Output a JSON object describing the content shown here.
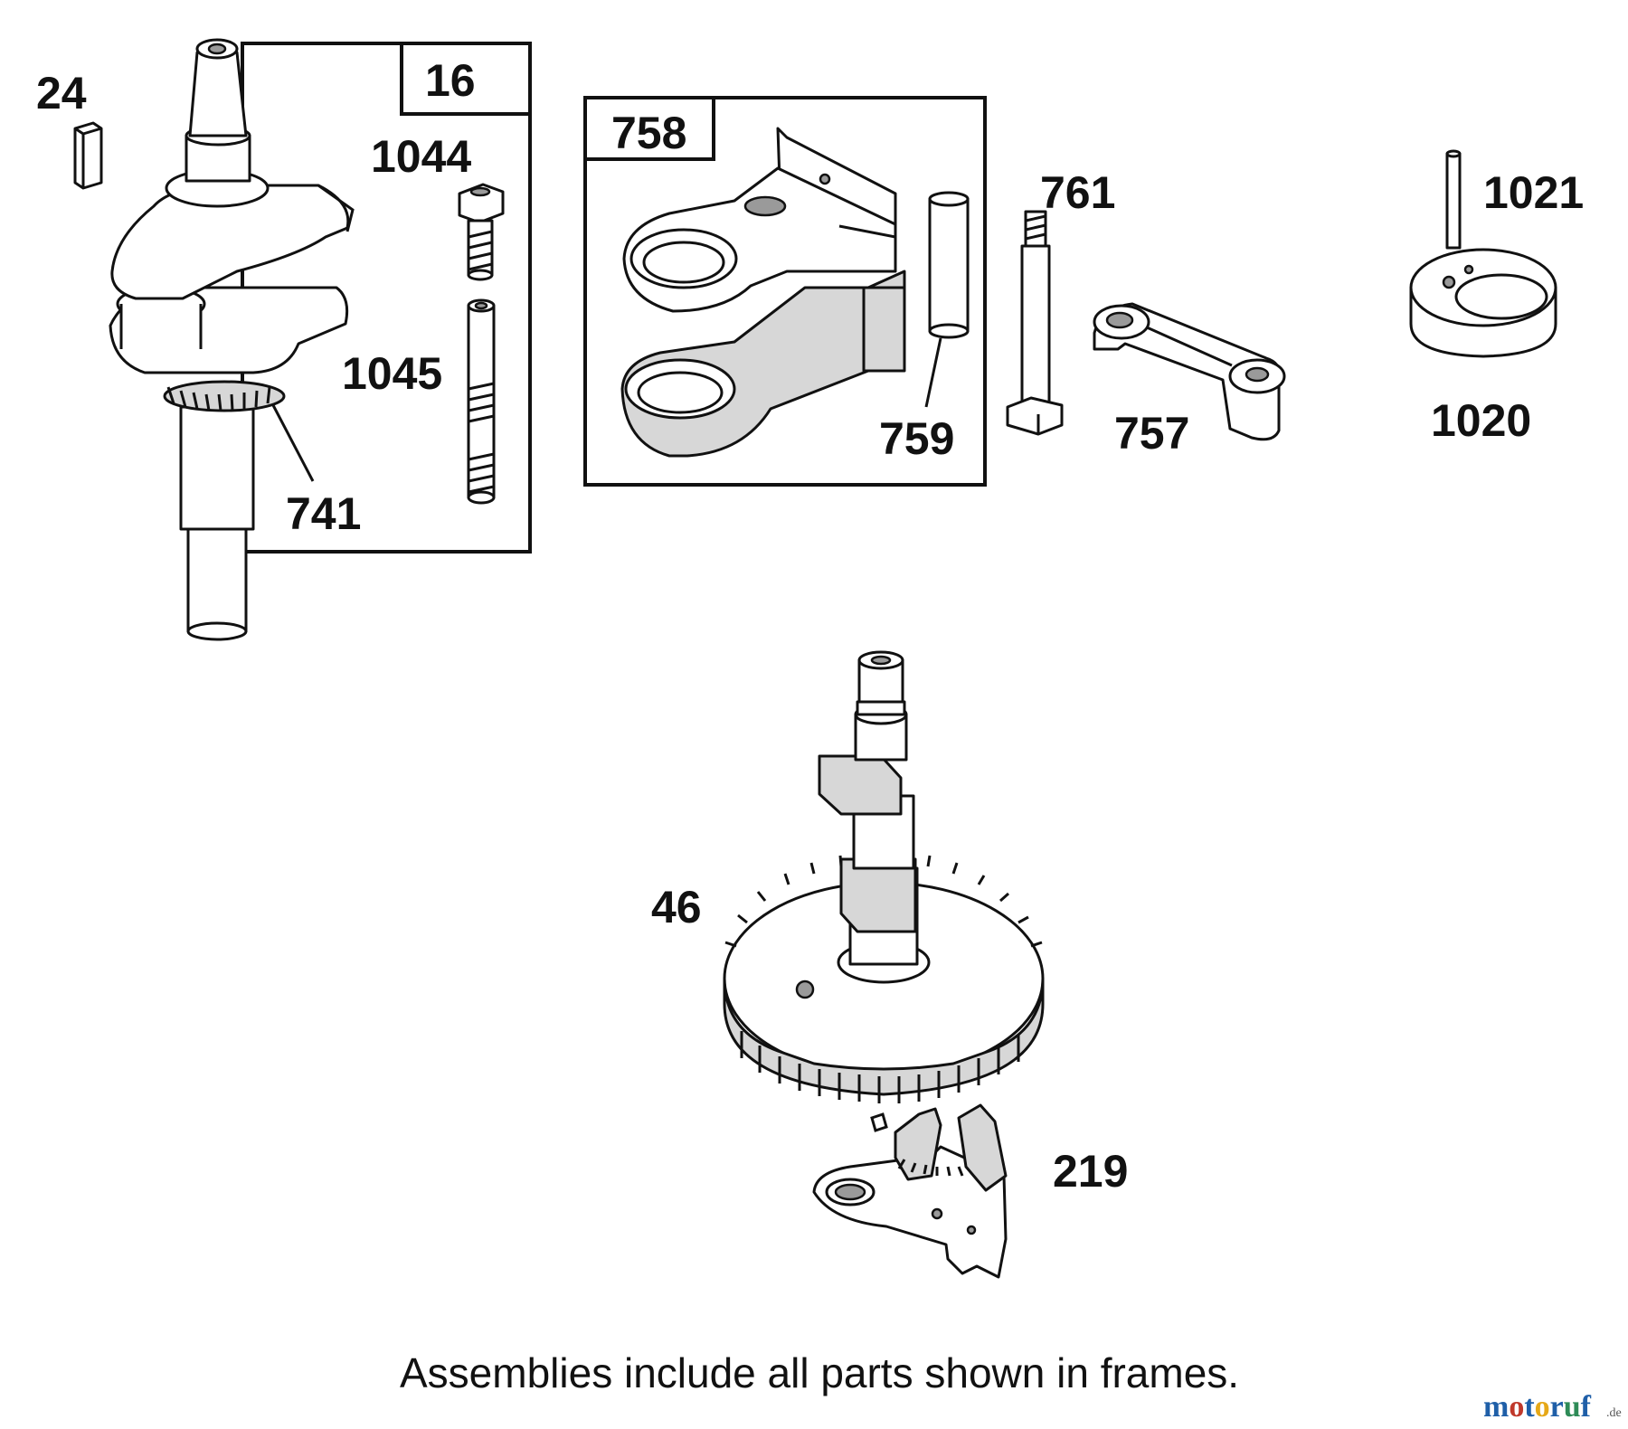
{
  "callouts": {
    "c16": "16",
    "c24": "24",
    "c1044": "1044",
    "c1045": "1045",
    "c741": "741",
    "c758": "758",
    "c759": "759",
    "c761": "761",
    "c757": "757",
    "c1021": "1021",
    "c1020": "1020",
    "c46": "46",
    "c219": "219"
  },
  "footnote": "Assemblies include all parts shown in frames.",
  "watermark": {
    "brand": "motoruf",
    "domain": ".de",
    "colors": [
      "#1f5fa8",
      "#c0392b",
      "#e6a817",
      "#2e8b57"
    ]
  },
  "parts": [
    {
      "callout": "24",
      "icon": "key-icon"
    },
    {
      "callout": "741",
      "icon": "crankshaft-icon"
    },
    {
      "callout": "1044",
      "icon": "bolt-icon"
    },
    {
      "callout": "1045",
      "icon": "stud-icon"
    },
    {
      "callout": "758",
      "icon": "bracket-icon"
    },
    {
      "callout": "759",
      "icon": "pin-icon"
    },
    {
      "callout": "761",
      "icon": "screw-icon"
    },
    {
      "callout": "757",
      "icon": "link-icon"
    },
    {
      "callout": "1021",
      "icon": "pin-icon"
    },
    {
      "callout": "1020",
      "icon": "washer-icon"
    },
    {
      "callout": "46",
      "icon": "camshaft-gear-icon"
    },
    {
      "callout": "219",
      "icon": "governor-icon"
    }
  ]
}
